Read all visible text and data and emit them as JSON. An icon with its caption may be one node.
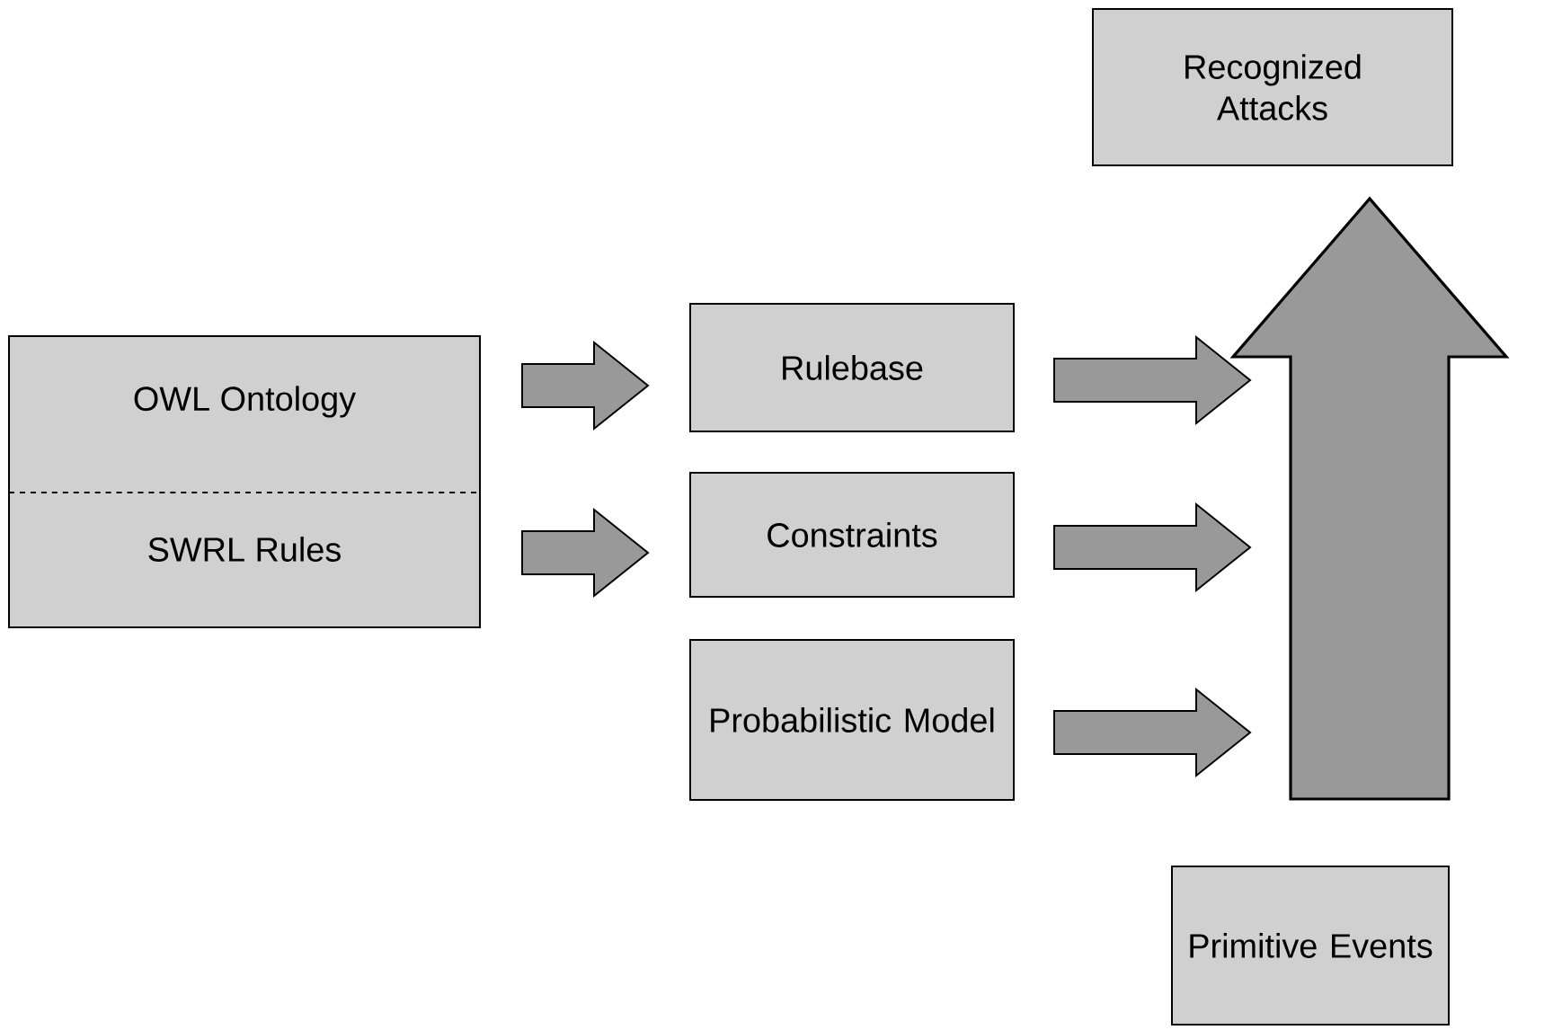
{
  "diagram": {
    "nodes": [
      {
        "text": [
          "OWL Ontology",
          "SWRL Rules"
        ]
      },
      {
        "text": [
          "Rulebase"
        ]
      },
      {
        "text": [
          "Constraints"
        ]
      },
      {
        "text": [
          "Probabilistic Model"
        ]
      },
      {
        "text": [
          "Recognized Attacks"
        ]
      },
      {
        "text": [
          "Primitive Events"
        ]
      }
    ],
    "edges": [
      {
        "from": 0,
        "to": 1,
        "arrow": "to"
      },
      {
        "from": 0,
        "to": 2,
        "arrow": "to"
      },
      {
        "from": 1,
        "to": null,
        "arrow": "to"
      },
      {
        "from": 2,
        "to": null,
        "arrow": "to"
      },
      {
        "from": 3,
        "to": null,
        "arrow": "to"
      },
      {
        "from": 5,
        "to": 4,
        "arrow": "to",
        "style": "thick"
      }
    ]
  }
}
